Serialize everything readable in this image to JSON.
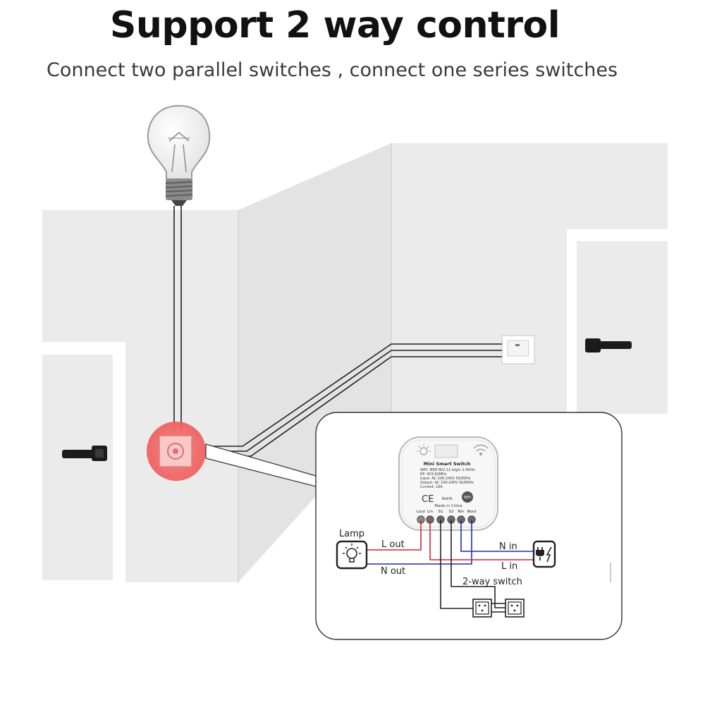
{
  "title": "Support 2 way control",
  "subtitle": "Connect two parallel switches , connect one series switches",
  "device": {
    "name": "Mini Smart Switch",
    "spec_lines": [
      "WiFi: IEEE 802.11 b/g/n  2.4GHz",
      "RF: 433.92MHz",
      "Input:  AC 100-240V  50/60Hz",
      "Output: AC 100-240V  50/60Hz",
      "Current:  16A"
    ],
    "ce_mark": "CE",
    "rohs_mark": "RoHS",
    "wifi_badge": "WiFi",
    "made_in": "Made in China",
    "terminals": [
      "Lout",
      "Lin",
      "S1",
      "S2",
      "Nin",
      "Nout"
    ]
  },
  "wiring": {
    "lamp_label": "Lamp",
    "l_out_label": "L out",
    "n_out_label": "N out",
    "n_in_label": "N in",
    "l_in_label": "L in",
    "two_way_label": "2-way switch"
  },
  "colors": {
    "live_wire": "#d9232e",
    "neutral_wire": "#1d2fa8",
    "switch_wire": "#222222",
    "highlight": "#f05a5a",
    "wall": "#ebebeb"
  }
}
